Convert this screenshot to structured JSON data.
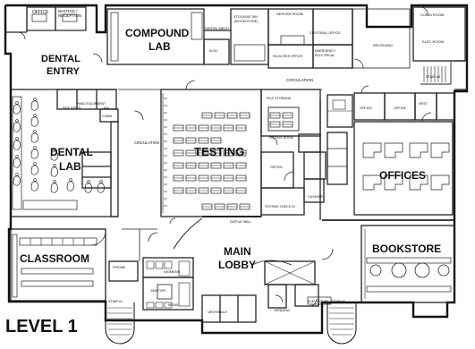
{
  "floor_label": "LEVEL 1",
  "rooms": {
    "office_top_left": "OFFICE",
    "waiting_reception": [
      "WAITING /",
      "RECEPTION"
    ],
    "dental_entry": [
      "DENTAL",
      "ENTRY"
    ],
    "compound_lab": [
      "COMPOUND",
      "LAB"
    ],
    "dental_mech": "DENTAL MECH",
    "elec_top": "ELEC",
    "stocking_rm": [
      "STOCKING RM",
      "(BOOKSTORE)"
    ],
    "server_room": "SERVER ROOM",
    "custodial_office": "CUSTODIAL OFFICE",
    "facilities_office": "FACILITIES OFFICE",
    "emergency_electrical": [
      "EMERGENCY",
      "ELECTRICAL"
    ],
    "receiving": "RECEIVING",
    "comm_room": "COMM ROOM",
    "elec_room": "ELEC ROOM",
    "stair_top_right": "STAIR #3",
    "circulation_top": "CIRCULATION",
    "pano_equipment": "PANO EQUIPMENT",
    "rm": "RM",
    "fire_riser": "FIRE RISER",
    "comm_mid": "COMM",
    "dental_lab": [
      "DENTAL",
      "LAB"
    ],
    "circulation_left": "CIRCULATION",
    "testing": "TESTING",
    "file_storage": "FILE STORAGE",
    "testing_room": "TESTING ROOM",
    "office_mid": "OFFICE",
    "testing_check_in": "TESTING CHECK IN",
    "cashier": "CASHIER",
    "display_wall": "DISPLAY WALL",
    "office_a": "OFFICE",
    "office_b": "OFFICE",
    "vest_right": "VEST",
    "offices": "OFFICES",
    "classroom": "CLASSROOM",
    "phone": "PHONE",
    "women": "WOMENS",
    "janitor": "JANITOR",
    "mens": "MENS",
    "vestibule": "VESTIBULE",
    "main_lobby": [
      "MAIN",
      "LOBBY"
    ],
    "vending": "VENDING",
    "elev_equip": "ELEV EQUIP",
    "stair_bottom_right": "STAIR #2",
    "stair_bottom_left": "STAIR #1",
    "bookstore": "BOOKSTORE"
  }
}
